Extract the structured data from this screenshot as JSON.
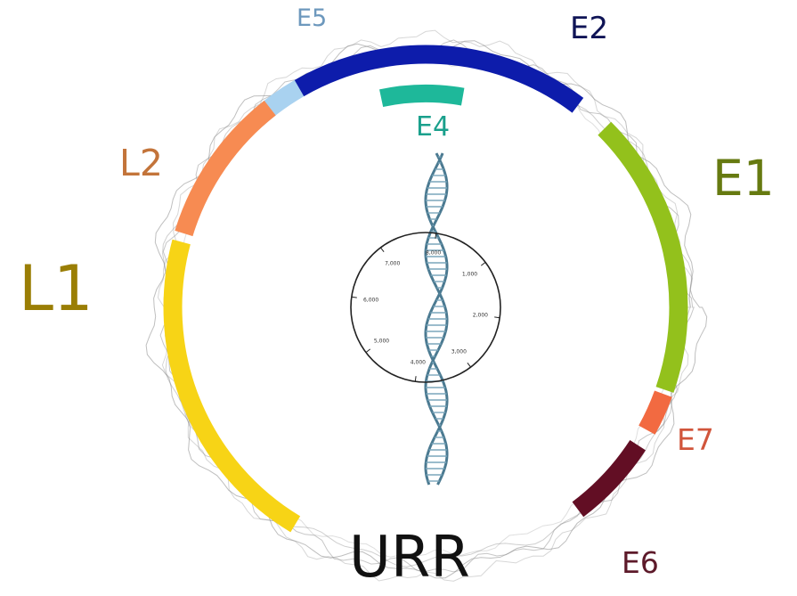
{
  "genes": [
    {
      "key": "e5",
      "label": "E5",
      "start_deg": 318,
      "end_deg": 330,
      "color": "#a9d2f0",
      "label_color": "#6d98bd",
      "layer": "outer"
    },
    {
      "key": "e2",
      "label": "E2",
      "start_deg": 330,
      "end_deg": 37,
      "color": "#0d1cab",
      "label_color": "#0f1456",
      "layer": "outer"
    },
    {
      "key": "e4",
      "label": "E4",
      "start_deg": 348,
      "end_deg": 10,
      "color": "#1eb89a",
      "label_color": "#1aa08c",
      "layer": "inner"
    },
    {
      "key": "e1",
      "label": "E1",
      "start_deg": 45,
      "end_deg": 109,
      "color": "#93c11c",
      "label_color": "#667a10",
      "layer": "outer"
    },
    {
      "key": "e7",
      "label": "E7",
      "start_deg": 110,
      "end_deg": 119,
      "color": "#f26a41",
      "label_color": "#d1553b",
      "layer": "outer"
    },
    {
      "key": "e6",
      "label": "E6",
      "start_deg": 123,
      "end_deg": 143,
      "color": "#620e24",
      "label_color": "#5d1a2a",
      "layer": "outer"
    },
    {
      "key": "l1",
      "label": "L1",
      "start_deg": 211,
      "end_deg": 285,
      "color": "#f7d416",
      "label_color": "#9a7e05",
      "layer": "outer"
    },
    {
      "key": "l2",
      "label": "L2",
      "start_deg": 287,
      "end_deg": 322,
      "color": "#f78b52",
      "label_color": "#c3743a",
      "layer": "outer"
    }
  ],
  "urr": {
    "label": "URR",
    "color": "#111111"
  },
  "dial": {
    "ticks": [
      "8,000",
      "1,000",
      "2,000",
      "3,000",
      "4,000",
      "5,000",
      "6,000",
      "7,000"
    ]
  }
}
